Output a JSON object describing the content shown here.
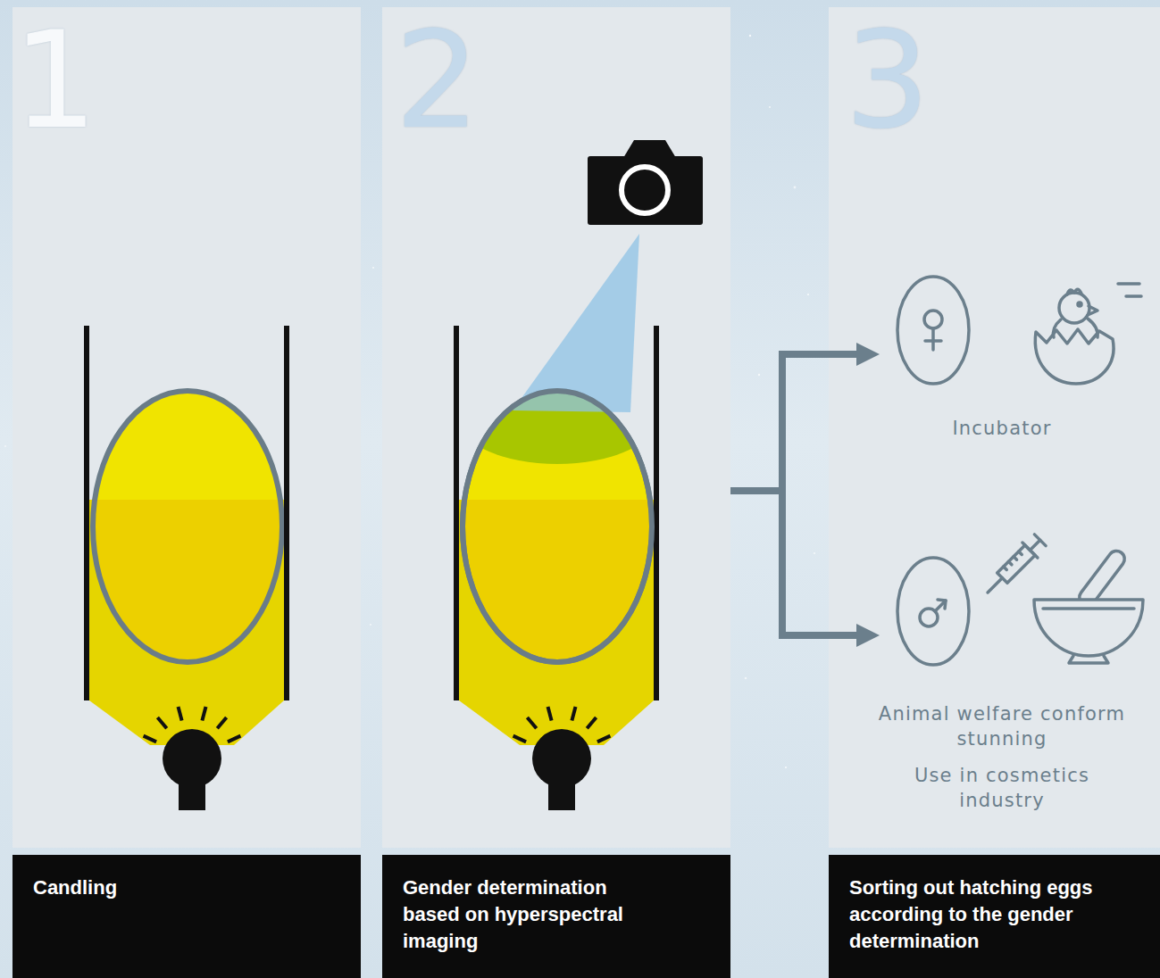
{
  "diagram": {
    "nodes": [
      {
        "text": [
          "1",
          "Candling"
        ]
      },
      {
        "text": [
          "2",
          "Gender determination based on hyperspectral imaging"
        ]
      },
      {
        "text": [
          "3",
          "Sorting out hatching eggs according to the gender determination"
        ]
      },
      {
        "text": [
          "Incubator"
        ],
        "in": 2
      },
      {
        "text": [
          "Animal welfare conform stunning",
          "Use in cosmetics industry"
        ],
        "in": 2
      }
    ],
    "edges": [
      {
        "from": 1,
        "to": 3,
        "arrow": "to"
      },
      {
        "from": 1,
        "to": 4,
        "arrow": "to"
      }
    ]
  }
}
